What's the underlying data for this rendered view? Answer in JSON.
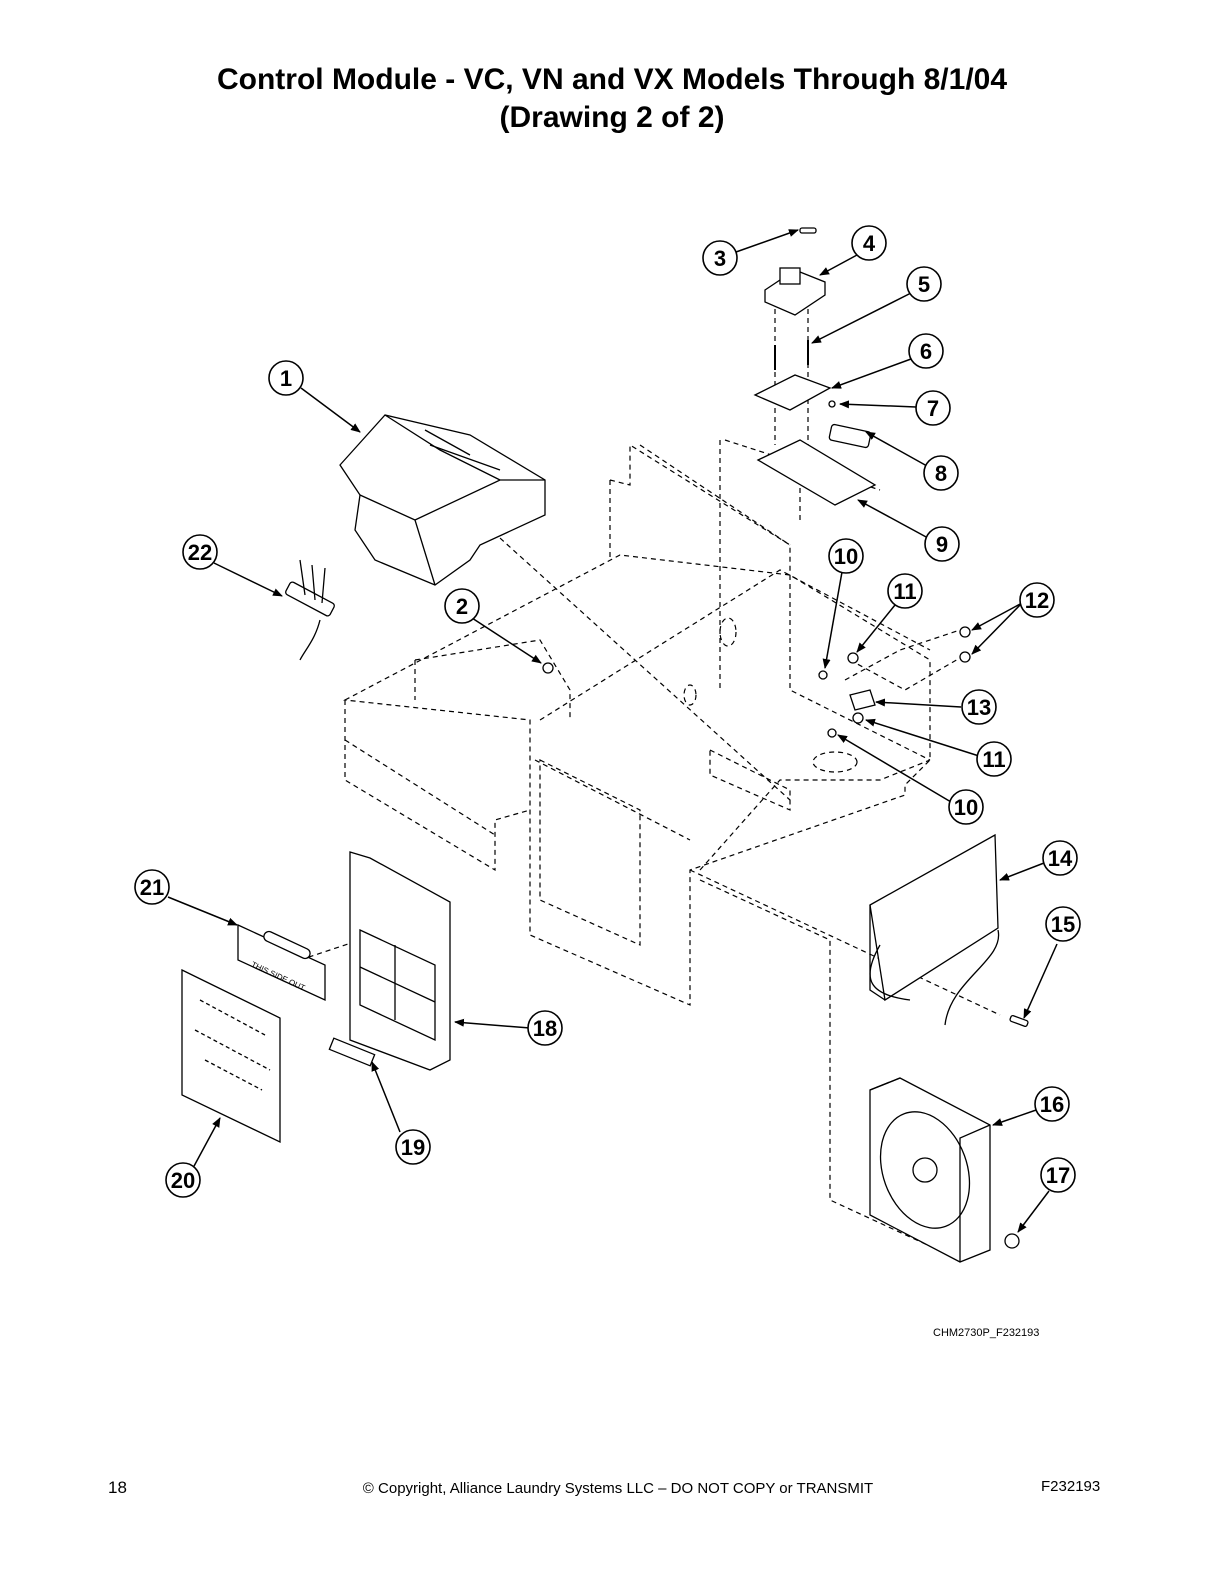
{
  "page": {
    "title_line1": "Control Module - VC, VN and VX Models Through 8/1/04",
    "title_line2": "(Drawing 2 of 2)"
  },
  "diagram": {
    "callouts": [
      "1",
      "2",
      "3",
      "4",
      "5",
      "6",
      "7",
      "8",
      "9",
      "10",
      "11",
      "12",
      "13",
      "11",
      "10",
      "14",
      "15",
      "16",
      "17",
      "18",
      "19",
      "20",
      "21",
      "22"
    ],
    "part_label_text": "THIS SIDE OUT",
    "drawing_code": "CHM2730P_F232193"
  },
  "footer": {
    "page_number": "18",
    "copyright": "© Copyright, Alliance Laundry Systems LLC – DO NOT COPY or TRANSMIT",
    "doc_id": "F232193"
  }
}
